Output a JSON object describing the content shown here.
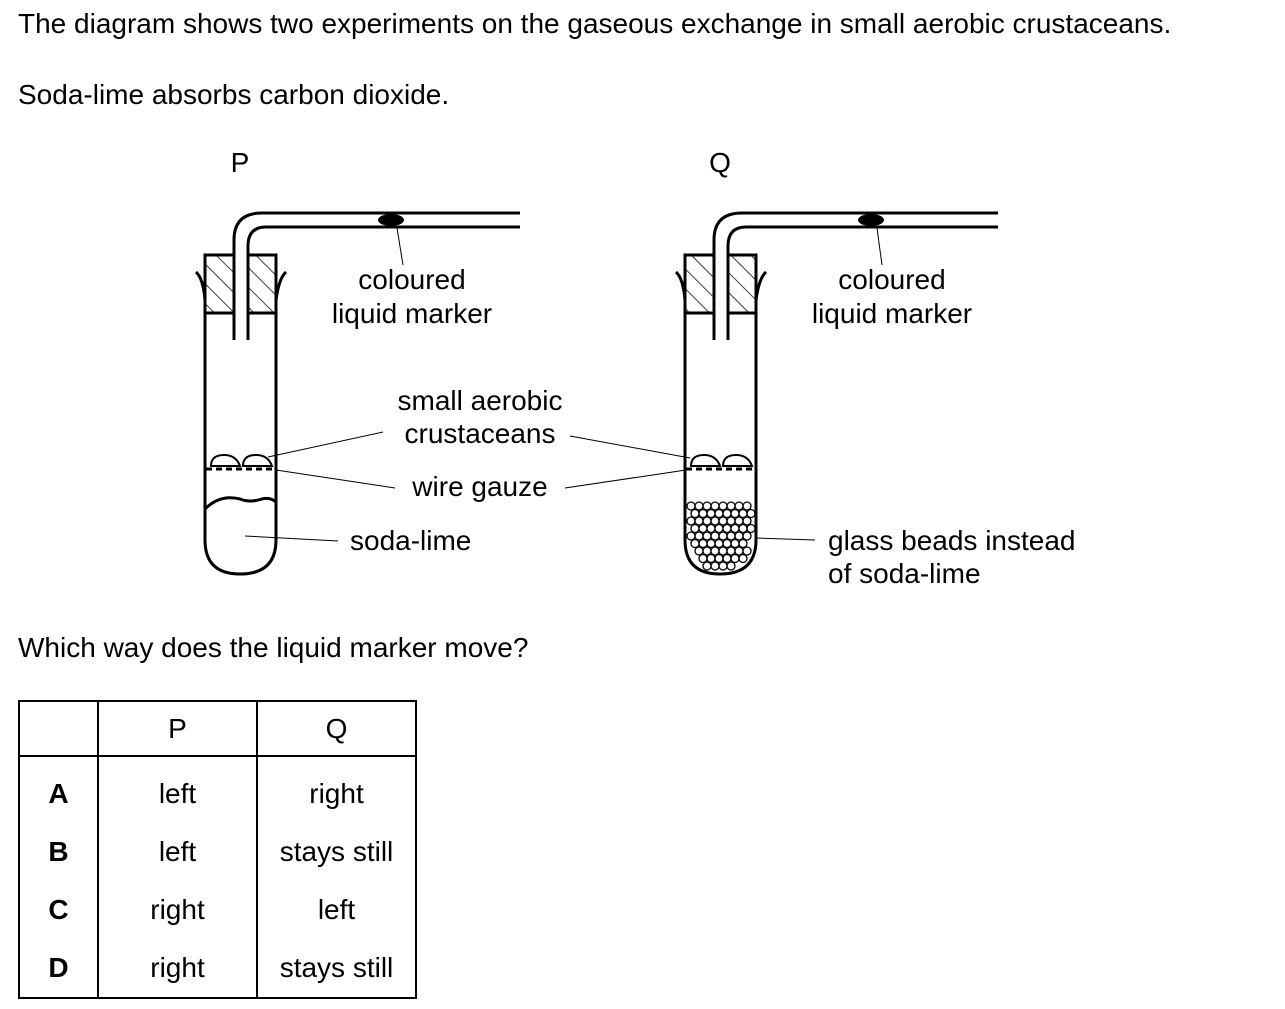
{
  "question": {
    "intro": "The diagram shows two experiments on the gaseous exchange in small aerobic crustaceans.",
    "note": "Soda-lime absorbs carbon dioxide.",
    "ask": "Which way does the liquid marker move?"
  },
  "diagram": {
    "apparatus_p_label": "P",
    "apparatus_q_label": "Q",
    "labels": {
      "marker_p_line1": "coloured",
      "marker_p_line2": "liquid marker",
      "marker_q_line1": "coloured",
      "marker_q_line2": "liquid marker",
      "crustaceans_line1": "small aerobic",
      "crustaceans_line2": "crustaceans",
      "gauze": "wire gauze",
      "soda_lime": "soda-lime",
      "beads_line1": "glass beads instead",
      "beads_line2": "of soda-lime"
    }
  },
  "options_table": {
    "headers": [
      "",
      "P",
      "Q"
    ],
    "rows": [
      {
        "option": "A",
        "p": "left",
        "q": "right"
      },
      {
        "option": "B",
        "p": "left",
        "q": "stays still"
      },
      {
        "option": "C",
        "p": "right",
        "q": "left"
      },
      {
        "option": "D",
        "p": "right",
        "q": "stays still"
      }
    ]
  }
}
